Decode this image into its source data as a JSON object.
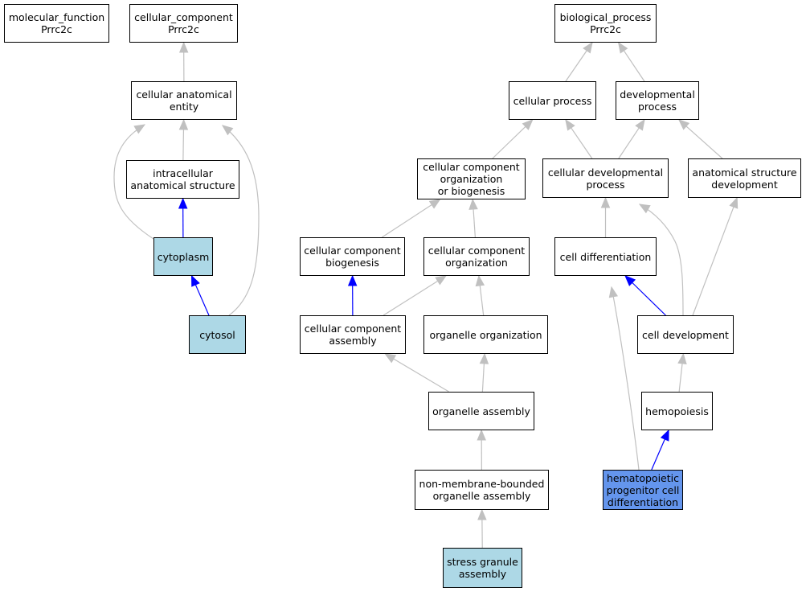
{
  "nodes": [
    {
      "id": "mf",
      "label": "molecular_function\nPrrc2c",
      "fill": "white"
    },
    {
      "id": "cc",
      "label": "cellular_component\nPrrc2c",
      "fill": "white"
    },
    {
      "id": "bp",
      "label": "biological_process\nPrrc2c",
      "fill": "white"
    },
    {
      "id": "cae",
      "label": "cellular anatomical\nentity",
      "fill": "white"
    },
    {
      "id": "cp",
      "label": "cellular process",
      "fill": "white"
    },
    {
      "id": "dp",
      "label": "developmental\nprocess",
      "fill": "white"
    },
    {
      "id": "ias",
      "label": "intracellular\nanatomical structure",
      "fill": "white"
    },
    {
      "id": "ccob",
      "label": "cellular component\norganization\nor biogenesis",
      "fill": "white"
    },
    {
      "id": "cdp",
      "label": "cellular developmental\nprocess",
      "fill": "white"
    },
    {
      "id": "asd",
      "label": "anatomical structure\ndevelopment",
      "fill": "white"
    },
    {
      "id": "cyto",
      "label": "cytoplasm",
      "fill": "light"
    },
    {
      "id": "ccb",
      "label": "cellular component\nbiogenesis",
      "fill": "white"
    },
    {
      "id": "cco",
      "label": "cellular component\norganization",
      "fill": "white"
    },
    {
      "id": "cdiff",
      "label": "cell differentiation",
      "fill": "white"
    },
    {
      "id": "cytosol",
      "label": "cytosol",
      "fill": "light"
    },
    {
      "id": "cca",
      "label": "cellular component\nassembly",
      "fill": "white"
    },
    {
      "id": "oo",
      "label": "organelle organization",
      "fill": "white"
    },
    {
      "id": "cdev",
      "label": "cell development",
      "fill": "white"
    },
    {
      "id": "oa",
      "label": "organelle assembly",
      "fill": "white"
    },
    {
      "id": "hemo",
      "label": "hemopoiesis",
      "fill": "white"
    },
    {
      "id": "nmboa",
      "label": "non-membrane-bounded\norganelle assembly",
      "fill": "white"
    },
    {
      "id": "hpcd",
      "label": "hematopoietic\nprogenitor cell\ndifferentiation",
      "fill": "strong"
    },
    {
      "id": "sga",
      "label": "stress granule\nassembly",
      "fill": "light"
    }
  ],
  "edges": [
    {
      "from": "cae",
      "to": "cc",
      "color": "gray"
    },
    {
      "from": "ias",
      "to": "cae",
      "color": "gray"
    },
    {
      "from": "cyto",
      "to": "cae",
      "color": "gray"
    },
    {
      "from": "cytosol",
      "to": "cae",
      "color": "gray"
    },
    {
      "from": "cyto",
      "to": "ias",
      "color": "blue"
    },
    {
      "from": "cytosol",
      "to": "cyto",
      "color": "blue"
    },
    {
      "from": "cp",
      "to": "bp",
      "color": "gray"
    },
    {
      "from": "dp",
      "to": "bp",
      "color": "gray"
    },
    {
      "from": "ccob",
      "to": "cp",
      "color": "gray"
    },
    {
      "from": "cdp",
      "to": "cp",
      "color": "gray"
    },
    {
      "from": "cdp",
      "to": "dp",
      "color": "gray"
    },
    {
      "from": "asd",
      "to": "dp",
      "color": "gray"
    },
    {
      "from": "ccb",
      "to": "ccob",
      "color": "gray"
    },
    {
      "from": "cco",
      "to": "ccob",
      "color": "gray"
    },
    {
      "from": "cca",
      "to": "ccb",
      "color": "blue"
    },
    {
      "from": "cca",
      "to": "cco",
      "color": "gray"
    },
    {
      "from": "oo",
      "to": "cco",
      "color": "gray"
    },
    {
      "from": "oa",
      "to": "cca",
      "color": "gray"
    },
    {
      "from": "oa",
      "to": "oo",
      "color": "gray"
    },
    {
      "from": "nmboa",
      "to": "oa",
      "color": "gray"
    },
    {
      "from": "sga",
      "to": "nmboa",
      "color": "gray"
    },
    {
      "from": "cdiff",
      "to": "cdp",
      "color": "gray"
    },
    {
      "from": "cdev",
      "to": "cdp",
      "color": "gray"
    },
    {
      "from": "cdev",
      "to": "asd",
      "color": "gray"
    },
    {
      "from": "cdev",
      "to": "cdiff",
      "color": "blue"
    },
    {
      "from": "hemo",
      "to": "cdev",
      "color": "gray"
    },
    {
      "from": "hpcd",
      "to": "cdiff",
      "color": "gray"
    },
    {
      "from": "hpcd",
      "to": "hemo",
      "color": "blue"
    }
  ],
  "colors": {
    "gray": "#c0c0c0",
    "blue": "#0000ff",
    "light": "#add8e6",
    "strong": "#6495ed",
    "white": "#ffffff"
  }
}
